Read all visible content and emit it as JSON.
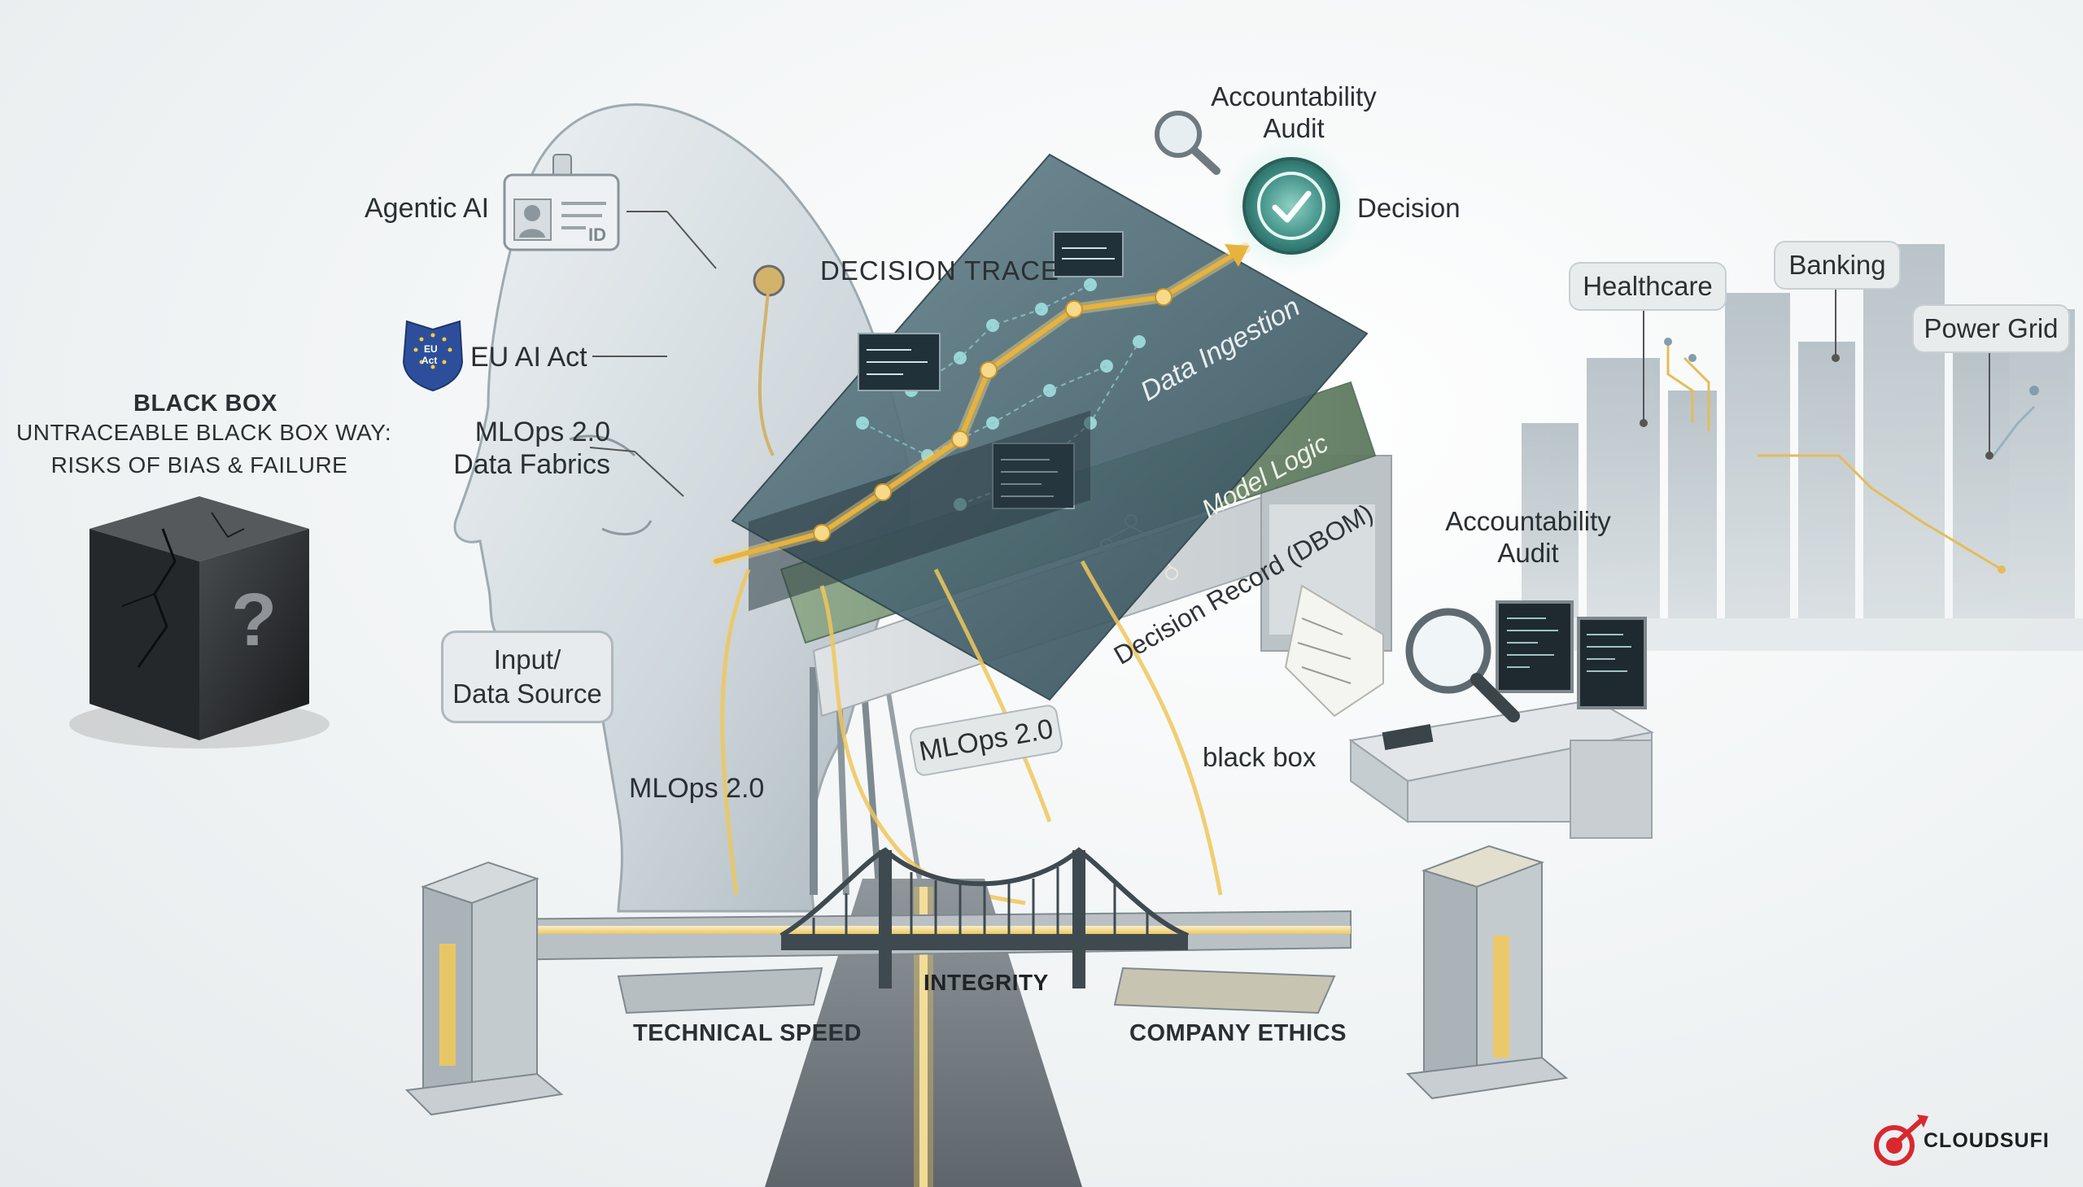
{
  "black_box": {
    "title": "BLACK BOX",
    "line1": "UNTRACEABLE BLACK BOX WAY:",
    "line2": "RISKS OF BIAS & FAILURE",
    "glyph": "?"
  },
  "labels": {
    "agentic_ai": "Agentic AI",
    "id_badge": "ID",
    "eu_ai_act": "EU AI Act",
    "eu_shield_line1": "EU",
    "eu_shield_line2": "Act",
    "mlops_fabrics_l1": "MLOps 2.0",
    "mlops_fabrics_l2": "Data Fabrics",
    "input_l1": "Input/",
    "input_l2": "Data Source",
    "mlops_left": "MLOps 2.0",
    "mlops_neck": "MLOps 2.0",
    "decision_trace": "DECISION TRACE",
    "accountability_top_l1": "Accountability",
    "accountability_top_l2": "Audit",
    "decision": "Decision",
    "data_ingestion": "Data Ingestion",
    "model_logic": "Model Logic",
    "decision_record": "Decision Record (DBOM)",
    "accountability_mid_l1": "Accountability",
    "accountability_mid_l2": "Audit",
    "black_box_small": "black box",
    "technical_speed": "TECHNICAL SPEED",
    "integrity": "INTEGRITY",
    "company_ethics": "COMPANY ETHICS"
  },
  "city_tags": [
    "Healthcare",
    "Banking",
    "Power Grid"
  ],
  "brand": {
    "name": "CLOUDSUFI"
  },
  "colors": {
    "accent_gold": "#f0c75a",
    "trace_gold": "#e8b33c",
    "decision_teal": "#5fb3a6",
    "layer_dark": "#3e5a66",
    "brand_red": "#d9282f"
  },
  "icons": [
    "magnifier-icon",
    "check-icon",
    "id-badge-icon",
    "shield-icon",
    "cube-icon",
    "logo-icon"
  ]
}
